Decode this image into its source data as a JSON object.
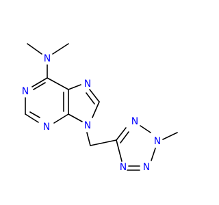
{
  "colors": {
    "background": "#ffffff",
    "bond": "#000000",
    "nitrogen": "#0000ff"
  },
  "molecule": {
    "atoms": {
      "N_dimethylamino": "N",
      "N1": "N",
      "N3": "N",
      "N7": "N",
      "N9": "N",
      "N_tz_top": "N",
      "N_tz_methyl": "N",
      "N_tz_b1": "N",
      "N_tz_b2": "N"
    }
  }
}
